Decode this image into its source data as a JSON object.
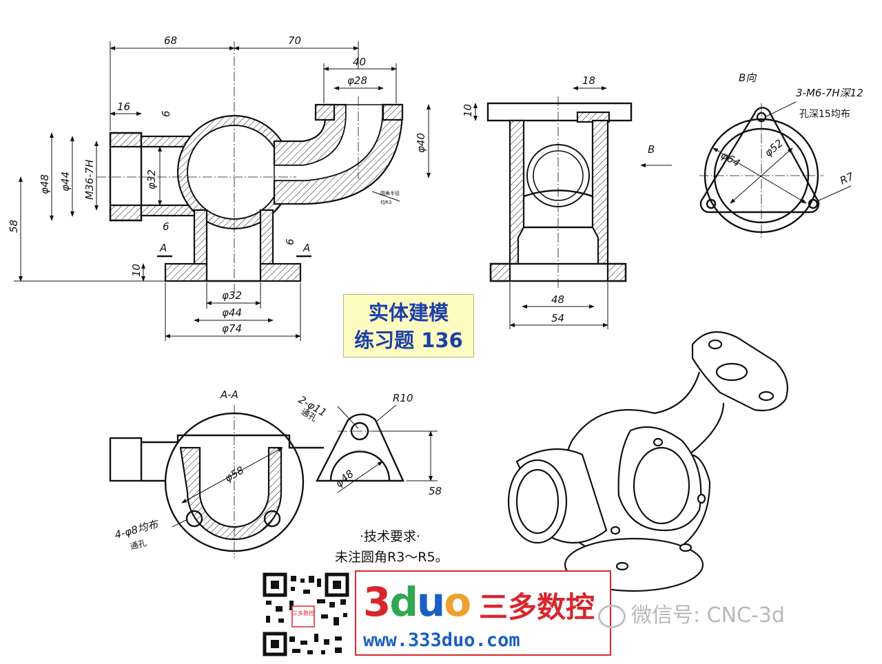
{
  "title_box": {
    "line1": "实体建模",
    "line2": "练习题 136"
  },
  "tech_requirements": {
    "heading": "·技术要求·",
    "text": "未注圆角R3～R5。"
  },
  "front_view": {
    "dims": {
      "d68": "68",
      "d70": "70",
      "d40": "40",
      "d_phi28": "φ28",
      "d16": "16",
      "d6_top": "6",
      "d_phi48": "φ48",
      "d_phi44": "φ44",
      "d_m36": "M36-7H",
      "d_phi32": "φ32",
      "d_phi40": "φ40",
      "d58": "58",
      "d6_left": "6",
      "d6_right": "6",
      "d10": "10",
      "b_phi32": "φ32",
      "b_phi44": "φ44",
      "b_phi74": "φ74",
      "sec_a_left": "A",
      "sec_a_right": "A",
      "leader_note1": "圆角半径",
      "leader_note2": "均R3"
    }
  },
  "side_view": {
    "dims": {
      "d18": "18",
      "d10": "10",
      "d48": "48",
      "d54": "54",
      "arrow_b": "B"
    }
  },
  "b_view": {
    "title": "B向",
    "thread": "3-M6-7H深12",
    "thread2": "孔深15均布",
    "phi64": "φ64",
    "phi52": "φ52",
    "r7": "R7"
  },
  "section_aa": {
    "title": "A-A",
    "holes": "2-φ11",
    "holes2": "通孔",
    "r10": "R10",
    "phi58": "φ58",
    "phi48": "φ48",
    "d58": "58",
    "holes4": "4-φ8均布",
    "holes4b": "通孔"
  },
  "brand": {
    "logo_3": "3",
    "logo_d": "d",
    "logo_u": "u",
    "logo_o": "o",
    "cn": "三多数控",
    "url": "www.333duo.com"
  },
  "qr": {
    "badge": "三多数控"
  },
  "wechat": {
    "label": "微信号: CNC-3d"
  },
  "colors": {
    "title_text": "#1c3fa8",
    "title_bg": "#fdfbc0",
    "brand_red": "#d9262c",
    "brand_blue": "#1b5fc4",
    "logo_green": "#2fa84f",
    "logo_orange": "#f0a030"
  }
}
